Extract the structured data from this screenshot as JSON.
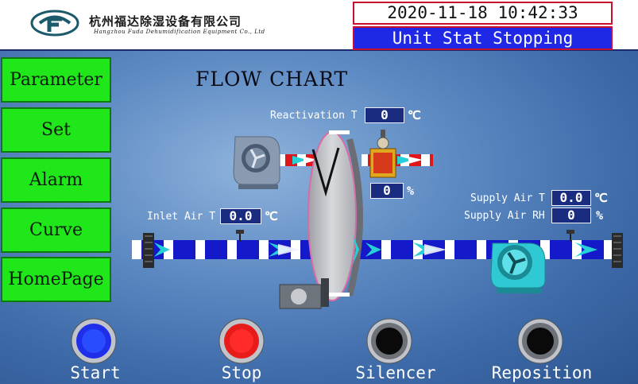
{
  "header": {
    "company_cn": "杭州福达除湿设备有限公司",
    "company_en": "Hangzhou Fuda Dehumidification Equipment Co., Ltd",
    "datetime": "2020-11-18 10:42:33",
    "unit_status": "Unit Stat Stopping"
  },
  "nav": [
    {
      "label": "Parameter"
    },
    {
      "label": "Set"
    },
    {
      "label": "Alarm"
    },
    {
      "label": "Curve"
    },
    {
      "label": "HomePage"
    }
  ],
  "main": {
    "title": "FLOW CHART",
    "reactivation": {
      "label": "Reactivation T",
      "value": "0",
      "unit": "℃"
    },
    "reactivation_rh": {
      "value": "0",
      "unit": "%"
    },
    "inlet_air": {
      "label": "Inlet Air T",
      "value": "0.0",
      "unit": "℃"
    },
    "supply_air_t": {
      "label": "Supply Air T",
      "value": "0.0",
      "unit": "℃"
    },
    "supply_air_rh": {
      "label": "Supply Air RH",
      "value": "0",
      "unit": "%"
    }
  },
  "controls": {
    "start_label": "Start",
    "stop_label": "Stop",
    "silencer_label": "Silencer",
    "reposition_label": "Reposition"
  },
  "colors": {
    "nav_green": "#1fe71a",
    "status_blue": "#1e28e6",
    "border_red": "#c8102e",
    "value_box": "#1a2c80",
    "start_blue": "#1f2ee8",
    "stop_red": "#e81b1b"
  }
}
